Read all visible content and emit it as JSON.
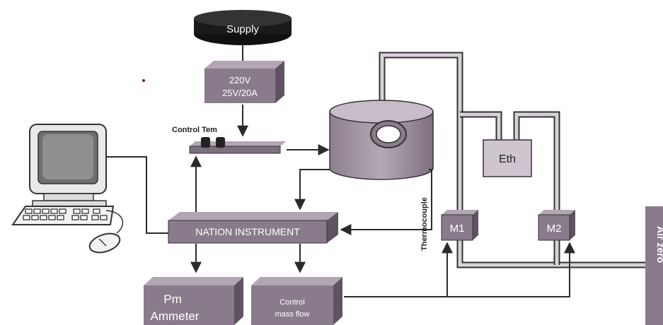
{
  "labels": {
    "supply": "Supply",
    "transformer_line1": "220V",
    "transformer_line2": "25V/20A",
    "control_tem": "Control Tem",
    "eth": "Eth",
    "thermocouple": "Thermocouple",
    "nation_instrument": "NATION  INSTRUMENT",
    "m1": "M1",
    "m2": "M2",
    "air_zero": "Air zero",
    "pm_line1": "Pm",
    "pm_line2": "Ammeter",
    "mass_flow_line1": "Control",
    "mass_flow_line2": "mass flow"
  },
  "colors": {
    "box_fill": "#8a7b8c",
    "box_top": "#b3a6b4",
    "box_side": "#5f5361",
    "supply_fill": "#1a1a1a",
    "chamber_fill": "#a99ba9",
    "eth_fill": "#cfc5cf",
    "pipe": "#d9d2da"
  },
  "icons": [
    "computer-icon",
    "monitor-icon",
    "keyboard-icon",
    "mouse-icon"
  ]
}
